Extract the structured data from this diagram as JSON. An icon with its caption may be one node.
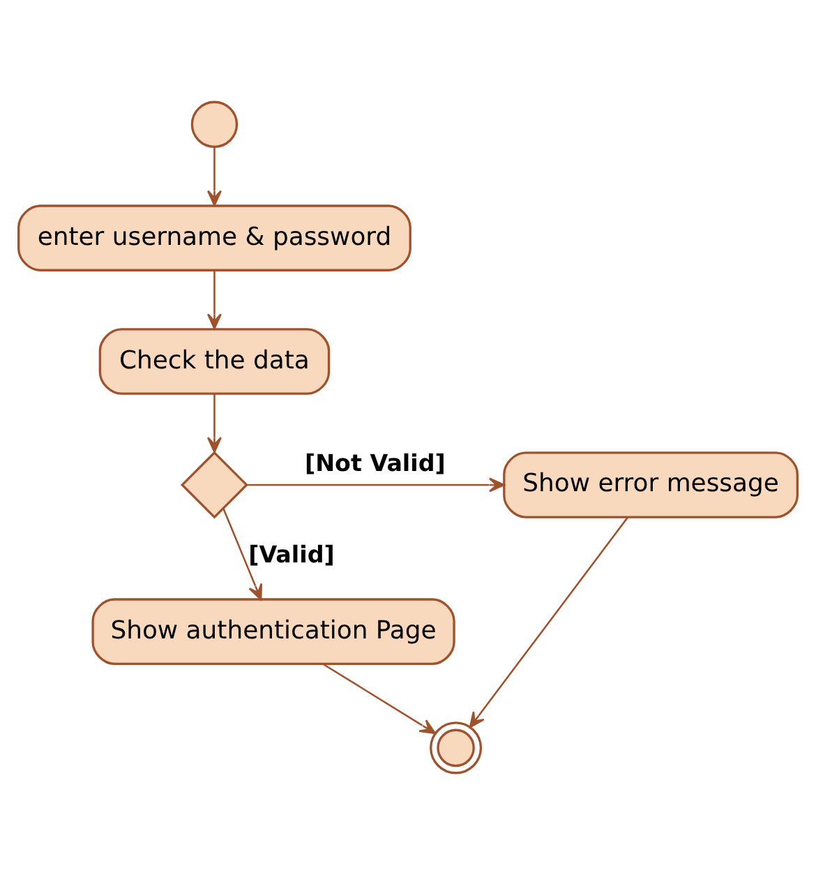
{
  "diagram": {
    "nodes": [
      {
        "text": [],
        "shape": "circle"
      },
      {
        "text": [
          "enter username & password"
        ]
      },
      {
        "text": [
          "Check the data"
        ]
      },
      {
        "text": [],
        "shape": "diamond"
      },
      {
        "text": [
          "Show error message"
        ]
      },
      {
        "text": [
          "Show authentication Page"
        ]
      },
      {
        "text": [],
        "shape": "circle"
      }
    ],
    "edges": [
      {
        "from": 0,
        "to": 1,
        "arrow": "to"
      },
      {
        "from": 1,
        "to": 2,
        "arrow": "to"
      },
      {
        "from": 2,
        "to": 3,
        "arrow": "to"
      },
      {
        "from": 3,
        "to": 4,
        "arrow": "to",
        "label": "[Not Valid]"
      },
      {
        "from": 3,
        "to": 5,
        "arrow": "to",
        "label": "[Valid]"
      },
      {
        "from": 5,
        "to": 6,
        "arrow": "to"
      },
      {
        "from": 4,
        "to": 6,
        "arrow": "to"
      }
    ]
  }
}
